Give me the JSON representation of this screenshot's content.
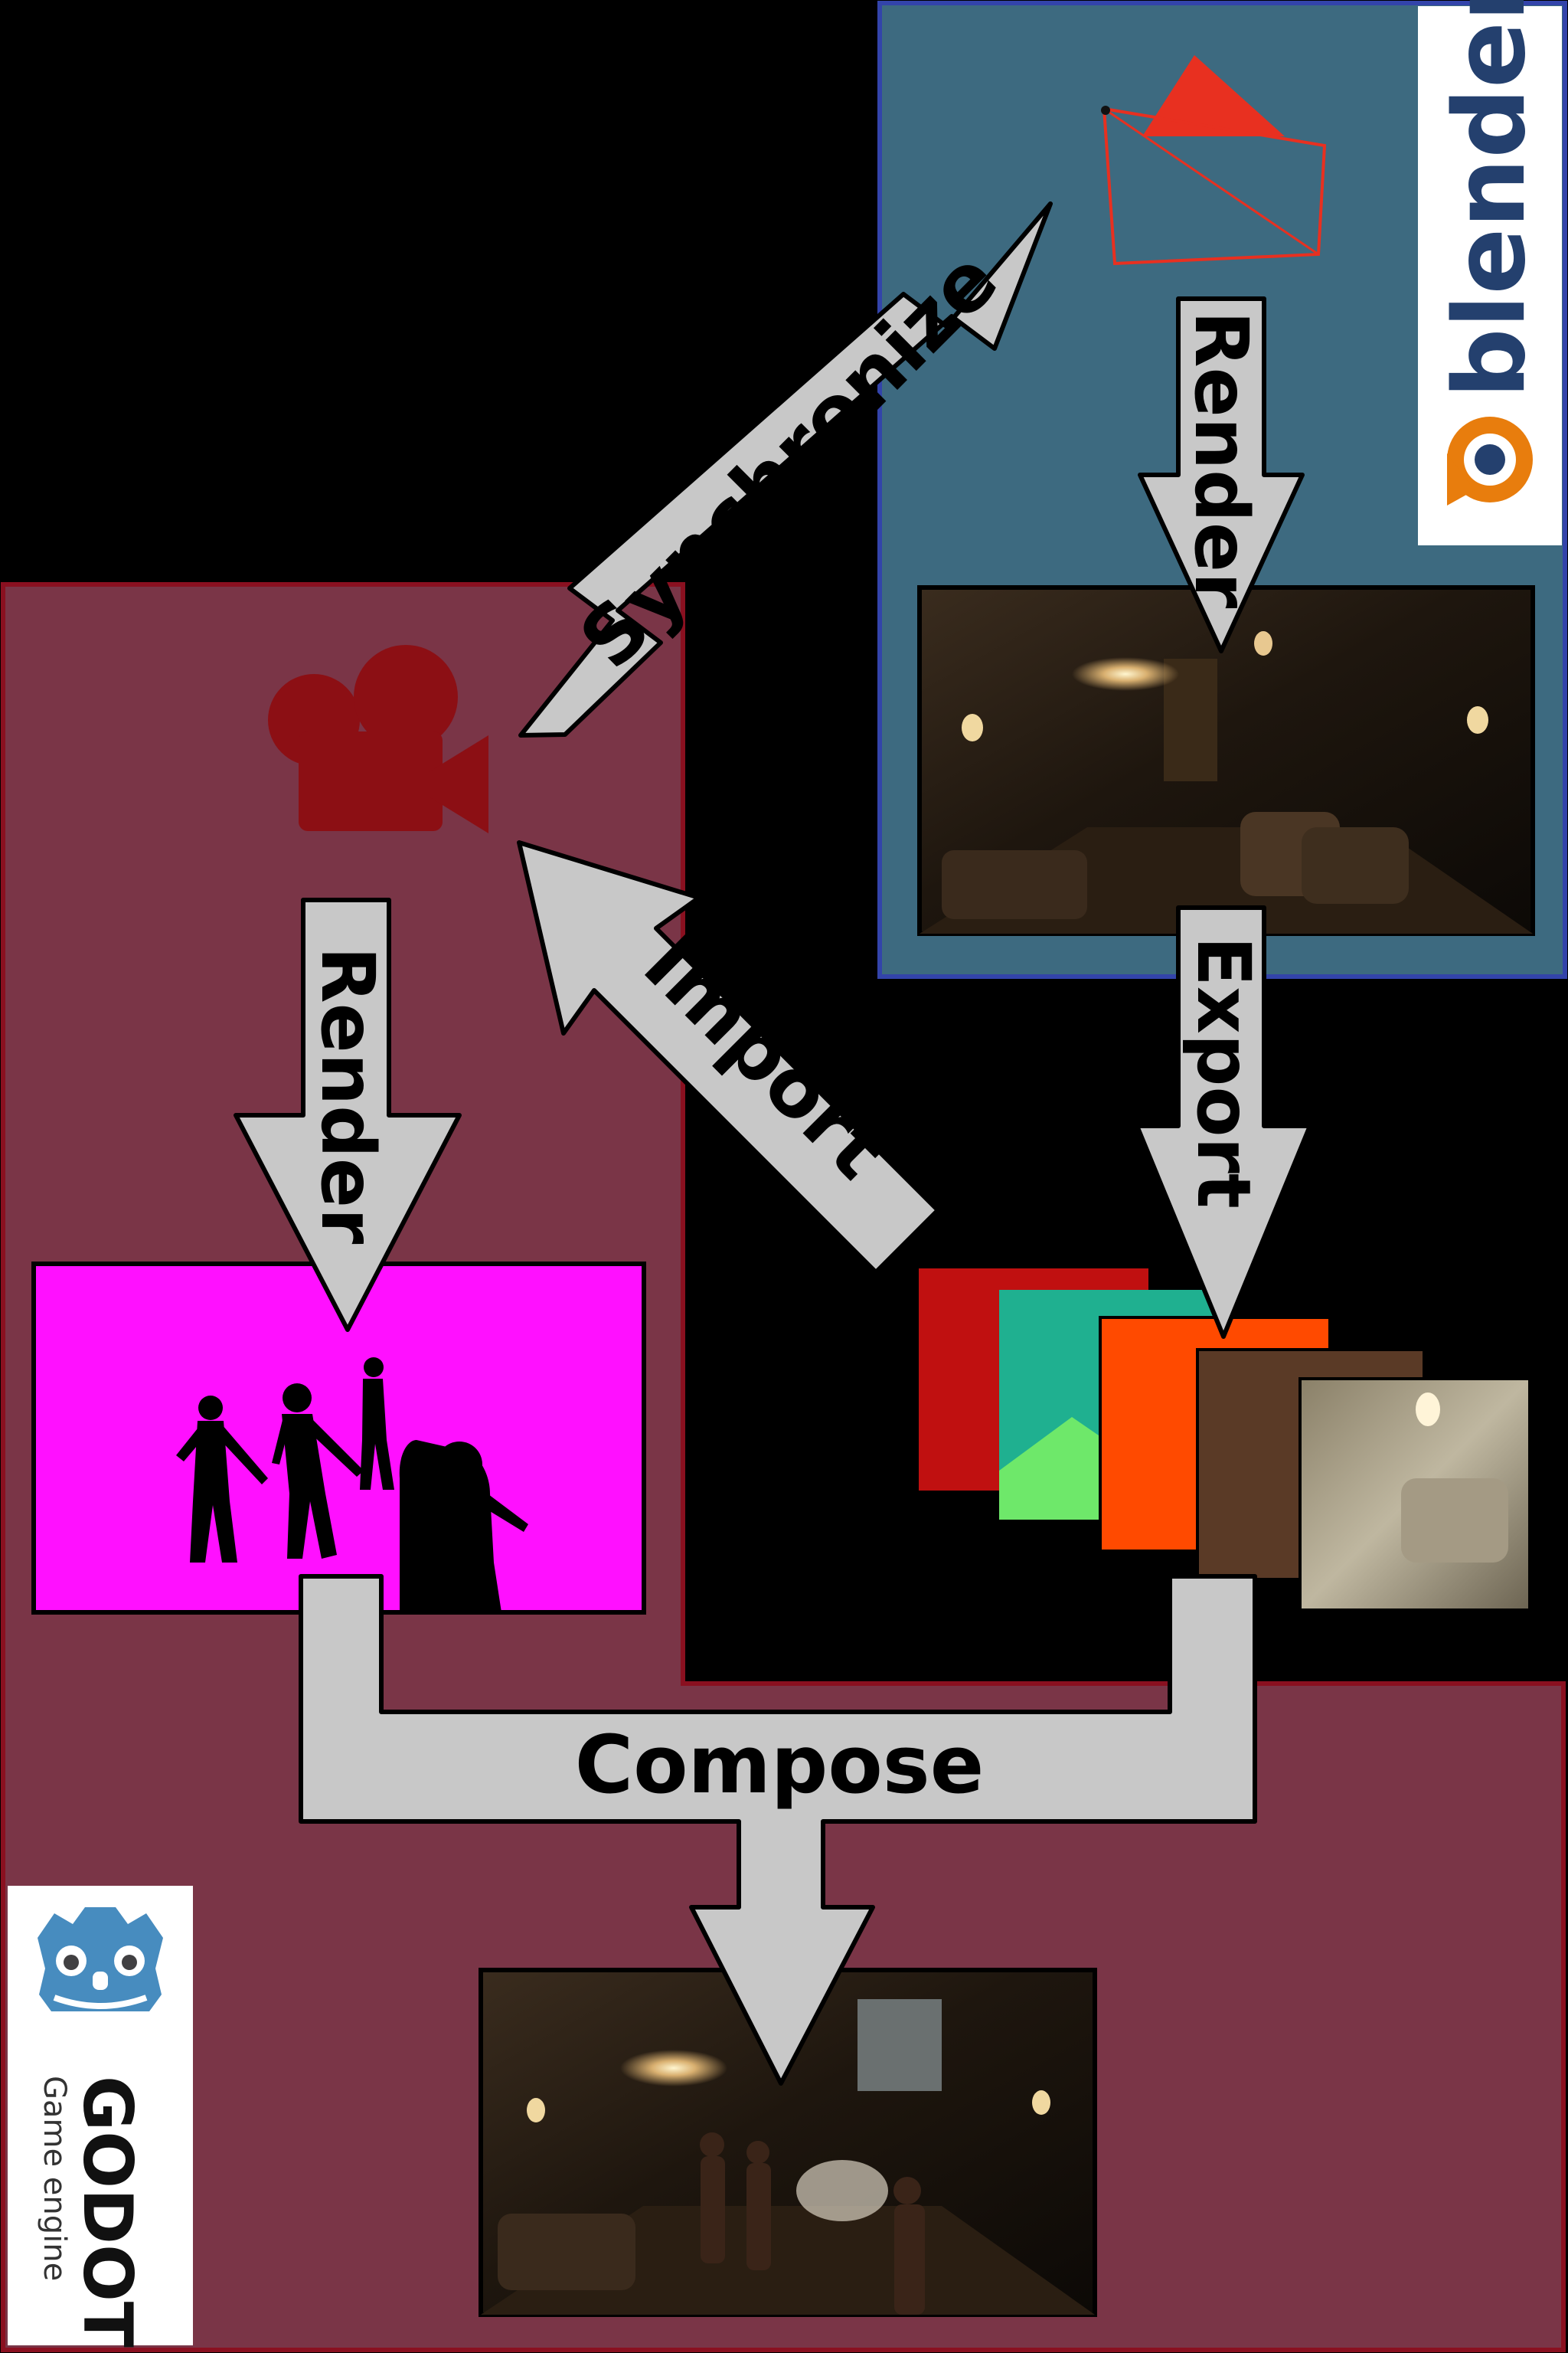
{
  "labels": {
    "synchronize": "Synchronize",
    "render_blender": "Render",
    "render_godot": "Render",
    "import": "Import",
    "export": "Export",
    "compose": "Compose"
  },
  "logos": {
    "blender": "blender",
    "godot": "GODOT",
    "godot_sub": "Game engine"
  },
  "colors": {
    "godot_region": "#7a3547",
    "godot_border": "#8a1020",
    "blender_region": "#3d6a80",
    "blender_border": "#3344aa",
    "arrow_fill": "#c8c8c8",
    "magenta": "#ff10ff",
    "camera_red": "#8c0f14",
    "blender_camera": "#e83020",
    "blender_orange": "#e87d0d",
    "blender_blue": "#24406e",
    "godot_blue": "#478cbf"
  },
  "icons": {
    "godot_camera": "movie-camera-icon",
    "blender_camera": "blender-camera-icon",
    "blender_logo": "blender-logo",
    "godot_logo": "godot-logo"
  }
}
